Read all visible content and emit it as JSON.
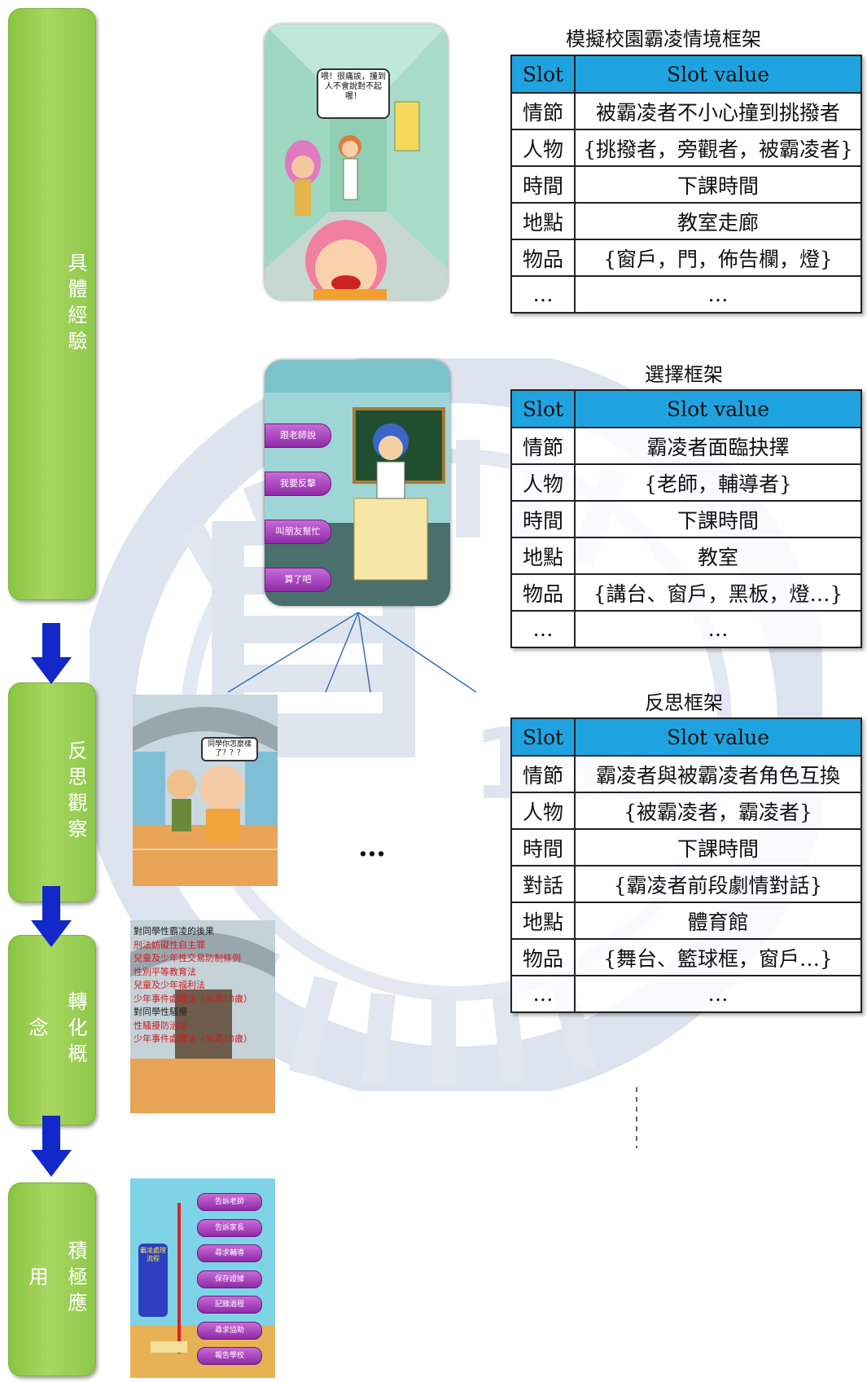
{
  "stages": [
    {
      "label": "具體經驗"
    },
    {
      "label": "反思觀察"
    },
    {
      "label": "轉化概念"
    },
    {
      "label": "積極應用"
    }
  ],
  "tables": [
    {
      "title": "模擬校園霸凌情境框架",
      "header": [
        "Slot",
        "Slot value"
      ],
      "rows": [
        [
          "情節",
          "被霸凌者不小心撞到挑撥者"
        ],
        [
          "人物",
          "{挑撥者，旁觀者，被霸凌者}"
        ],
        [
          "時間",
          "下課時間"
        ],
        [
          "地點",
          "教室走廊"
        ],
        [
          "物品",
          "{窗戶，門，佈告欄，燈}"
        ],
        [
          "…",
          "…"
        ]
      ]
    },
    {
      "title": "選擇框架",
      "header": [
        "Slot",
        "Slot value"
      ],
      "rows": [
        [
          "情節",
          "霸凌者面臨抉擇"
        ],
        [
          "人物",
          "{老師，輔導者}"
        ],
        [
          "時間",
          "下課時間"
        ],
        [
          "地點",
          "教室"
        ],
        [
          "物品",
          "{講台、窗戶，黑板，燈…}"
        ],
        [
          "…",
          "…"
        ]
      ]
    },
    {
      "title": "反思框架",
      "header": [
        "Slot",
        "Slot value"
      ],
      "rows": [
        [
          "情節",
          "霸凌者與被霸凌者角色互換"
        ],
        [
          "人物",
          "{被霸凌者，霸凌者}"
        ],
        [
          "時間",
          "下課時間"
        ],
        [
          "對話",
          "{霸凌者前段劇情對話}"
        ],
        [
          "地點",
          "體育館"
        ],
        [
          "物品",
          "{舞台、籃球框，窗戶…}"
        ],
        [
          "…",
          "…"
        ]
      ]
    }
  ],
  "scene1": {
    "speech": "喂！很痛誒，撞到人不會說對不起喔！"
  },
  "scene2": {
    "buttons": [
      "跟老師說",
      "我要反擊",
      "叫朋友幫忙",
      "算了吧"
    ]
  },
  "scene3": {
    "speech": "同學你怎麼樣了？？？"
  },
  "scene4": {
    "lines": [
      {
        "text": "對同學性霸凌的後果",
        "color": "#222222"
      },
      {
        "text": "刑法妨礙性自主罪",
        "color": "#d11a1a"
      },
      {
        "text": "兒童及少年性交易防制條例",
        "color": "#d11a1a"
      },
      {
        "text": "性別平等教育法",
        "color": "#d11a1a"
      },
      {
        "text": "兒童及少年福利法",
        "color": "#d11a1a"
      },
      {
        "text": "少年事件處理法（未滿18歲）",
        "color": "#d11a1a"
      },
      {
        "text": "對同學性騷擾",
        "color": "#222222"
      },
      {
        "text": "性騷擾防治法",
        "color": "#d11a1a"
      },
      {
        "text": "少年事件處理法（未滿18歲）",
        "color": "#d11a1a"
      }
    ]
  },
  "scene5": {
    "sign": "霸凌處理流程",
    "buttons": [
      "告訴老師",
      "告訴家長",
      "尋求輔導",
      "保存證據",
      "記錄過程",
      "尋求協助",
      "報告學校"
    ]
  },
  "ellipsis": "…",
  "colors": {
    "stage": "#97cd4f",
    "header": "#1fa3e0",
    "arrow": "#1228c8"
  }
}
